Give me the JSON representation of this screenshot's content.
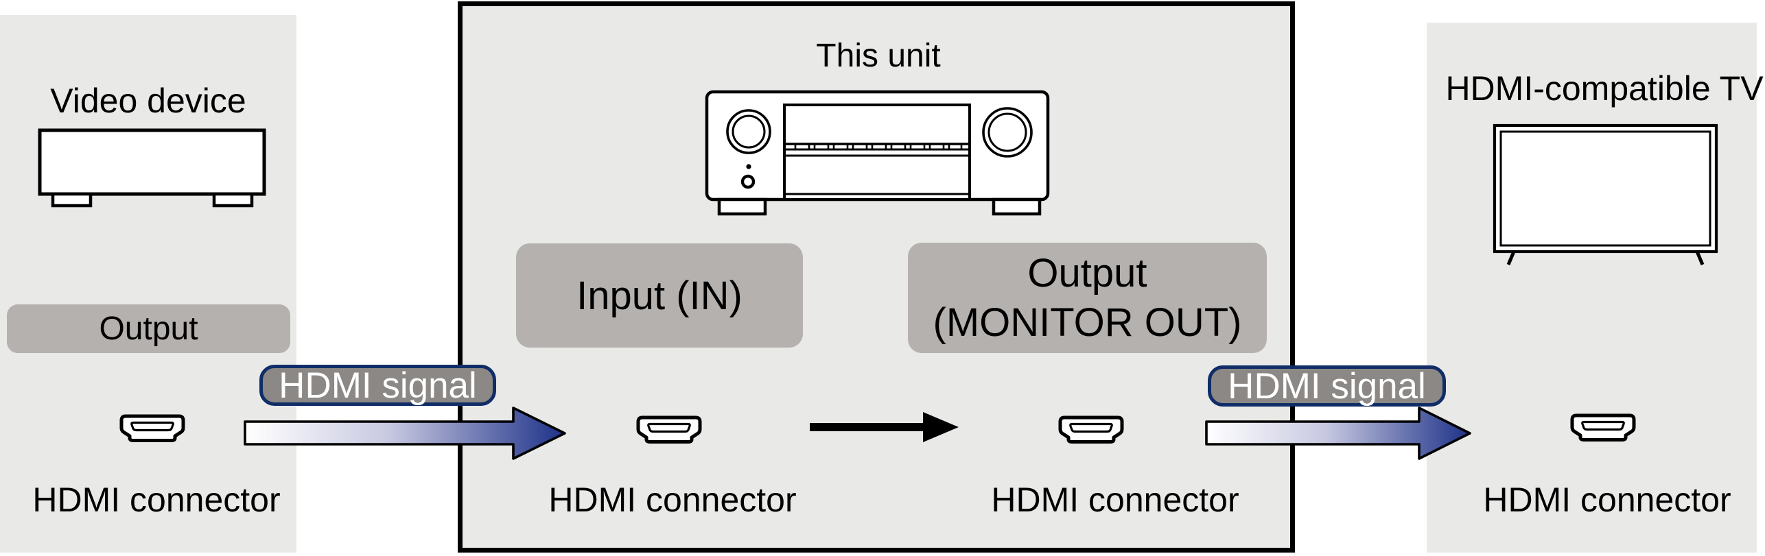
{
  "diagram_title": "HDMI signal flow: video device to AV receiver to TV",
  "panels": {
    "video_device": {
      "title": "Video device",
      "port_badge": "Output",
      "connector_label": "HDMI connector"
    },
    "this_unit": {
      "title": "This unit",
      "input_badge": "Input (IN)",
      "output_badge_line1": "Output",
      "output_badge_line2": "(MONITOR OUT)",
      "connector_label_in": "HDMI connector",
      "connector_label_out": "HDMI connector"
    },
    "tv": {
      "title": "HDMI-compatible TV",
      "connector_label": "HDMI connector"
    }
  },
  "signal": {
    "left_badge": "HDMI signal",
    "right_badge": "HDMI signal"
  },
  "icons": [
    "video-device-icon",
    "av-receiver-icon",
    "tv-icon",
    "hdmi-port-icon",
    "signal-arrow-icon",
    "flow-arrow-icon"
  ],
  "colors": {
    "panel_background": "#e9e9e8",
    "panel_border": "#000000",
    "badge_gray": "#b5b1ae",
    "signal_badge_fill": "#8b8885",
    "signal_badge_border": "#102d68",
    "signal_badge_text": "#ffffff",
    "arrow_gradient_start": "#ffffff",
    "arrow_gradient_end": "#1d3188",
    "line_art": "#000000",
    "text": "#000000",
    "page_background": "#ffffff"
  }
}
